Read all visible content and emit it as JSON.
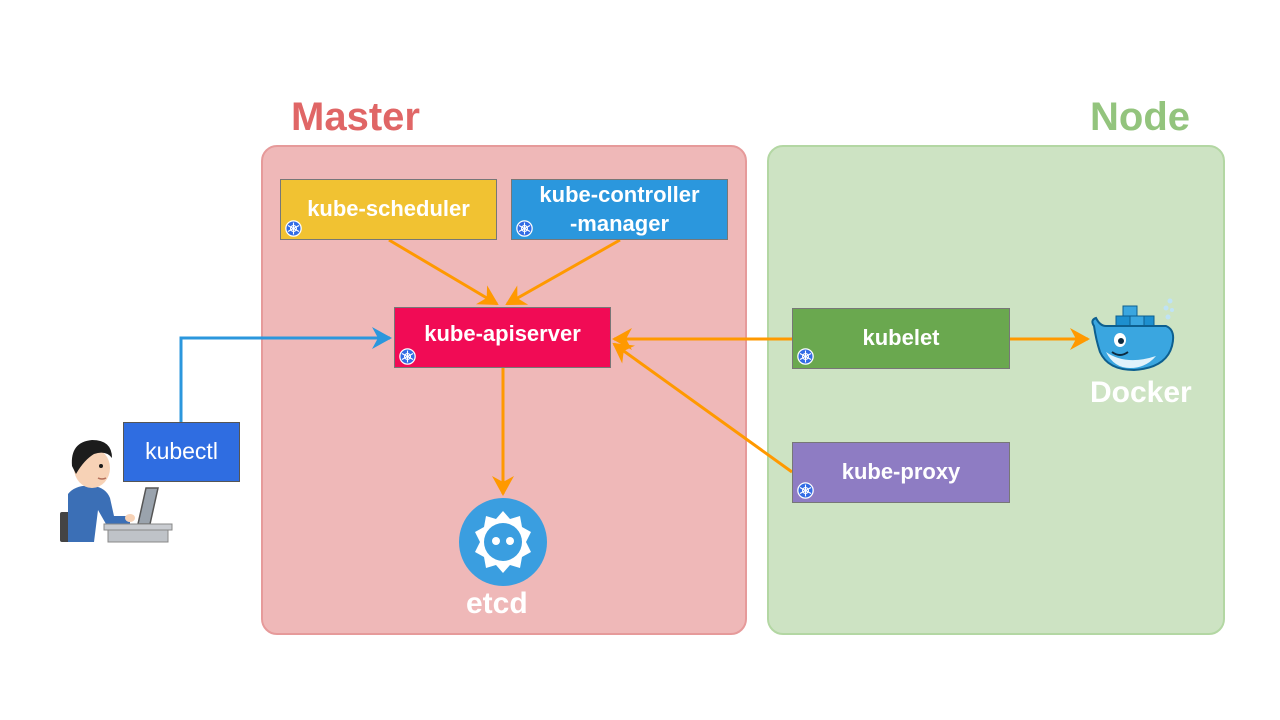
{
  "groups": {
    "master": {
      "title": "Master",
      "color": "#e06666"
    },
    "node": {
      "title": "Node",
      "color": "#93c47d"
    }
  },
  "components": {
    "scheduler": {
      "label": "kube-scheduler",
      "color": "#f1c232",
      "icon": "kubernetes-icon"
    },
    "controller_manager": {
      "label_line1": "kube-controller",
      "label_line2": "-manager",
      "color": "#2b97dd",
      "icon": "kubernetes-icon"
    },
    "apiserver": {
      "label": "kube-apiserver",
      "color": "#f10b55",
      "icon": "kubernetes-icon"
    },
    "kubelet": {
      "label": "kubelet",
      "color": "#6aa84f",
      "icon": "kubernetes-icon"
    },
    "proxy": {
      "label": "kube-proxy",
      "color": "#8e7cc3",
      "icon": "kubernetes-icon"
    },
    "kubectl": {
      "label": "kubectl",
      "color": "#2f6de1"
    },
    "etcd": {
      "label": "etcd",
      "icon": "etcd-icon"
    },
    "docker": {
      "label": "Docker",
      "icon": "docker-whale-icon"
    },
    "user": {
      "icon": "user-at-laptop-icon"
    }
  },
  "edges": [
    {
      "from": "kubectl",
      "to": "apiserver",
      "color": "#2b97dd"
    },
    {
      "from": "scheduler",
      "to": "apiserver",
      "color": "#ff9900"
    },
    {
      "from": "controller_manager",
      "to": "apiserver",
      "color": "#ff9900"
    },
    {
      "from": "apiserver",
      "to": "etcd",
      "color": "#ff9900"
    },
    {
      "from": "kubelet",
      "to": "apiserver",
      "color": "#ff9900"
    },
    {
      "from": "proxy",
      "to": "apiserver",
      "color": "#ff9900"
    },
    {
      "from": "kubelet",
      "to": "docker",
      "color": "#ff9900"
    }
  ]
}
